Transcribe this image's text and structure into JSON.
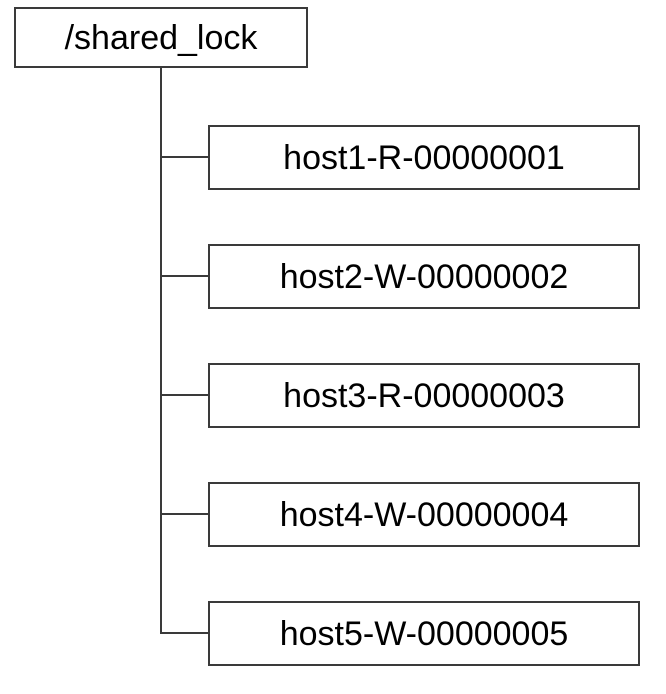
{
  "diagram": {
    "type": "tree",
    "colors": {
      "line": "#3a3a3a",
      "background": "#ffffff",
      "text": "#000000"
    },
    "root": {
      "label": "/shared_lock"
    },
    "children": [
      {
        "label": "host1-R-00000001"
      },
      {
        "label": "host2-W-00000002"
      },
      {
        "label": "host3-R-00000003"
      },
      {
        "label": "host4-W-00000004"
      },
      {
        "label": "host5-W-00000005"
      }
    ]
  }
}
